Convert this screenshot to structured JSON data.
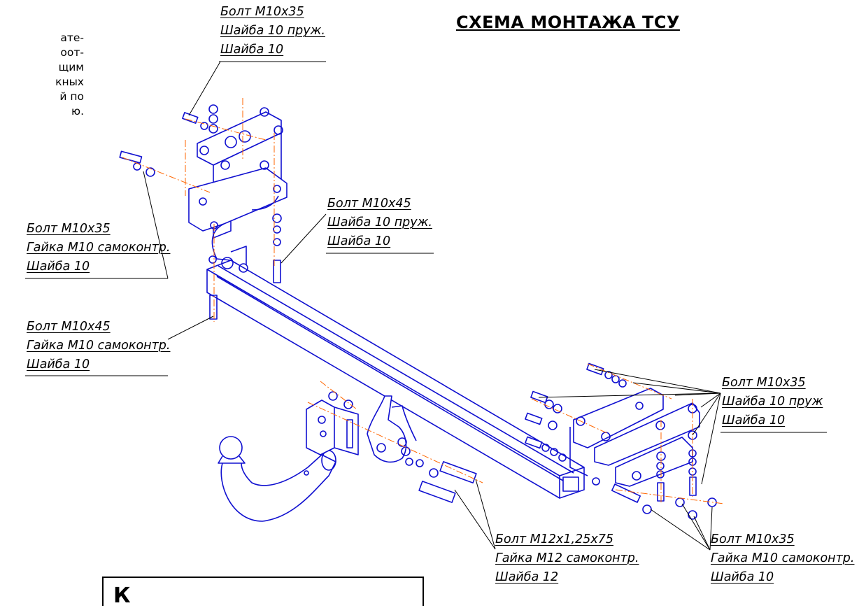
{
  "title": "СХЕМА МОНТАЖА ТСУ",
  "side_text": [
    "ате-",
    "оот-",
    "щим",
    "кных",
    "й по",
    "ю."
  ],
  "callouts": [
    {
      "lines": [
        "Болт М10х35",
        "Шайба 10 пруж.",
        "Шайба 10"
      ]
    },
    {
      "lines": [
        "Болт М10х35",
        "Гайка М10 самоконтр.",
        "Шайба 10"
      ]
    },
    {
      "lines": [
        "Болт М10х45",
        "Шайба 10 пруж.",
        "Шайба 10"
      ]
    },
    {
      "lines": [
        "Болт М10х45",
        "Гайка М10 самоконтр.",
        "Шайба 10"
      ]
    },
    {
      "lines": [
        "Болт М10х35",
        "Шайба 10 пруж",
        "Шайба 10"
      ]
    },
    {
      "lines": [
        "Болт М12х1,25х75",
        "Гайка М12 самоконтр.",
        "Шайба 12"
      ]
    },
    {
      "lines": [
        "Болт М10х35",
        "Гайка М10 самоконтр.",
        "Шайба 10"
      ]
    }
  ],
  "box_text": "К",
  "colors": {
    "drawing": "#1010d0",
    "axis": "#ff6600",
    "leader": "#000000"
  }
}
